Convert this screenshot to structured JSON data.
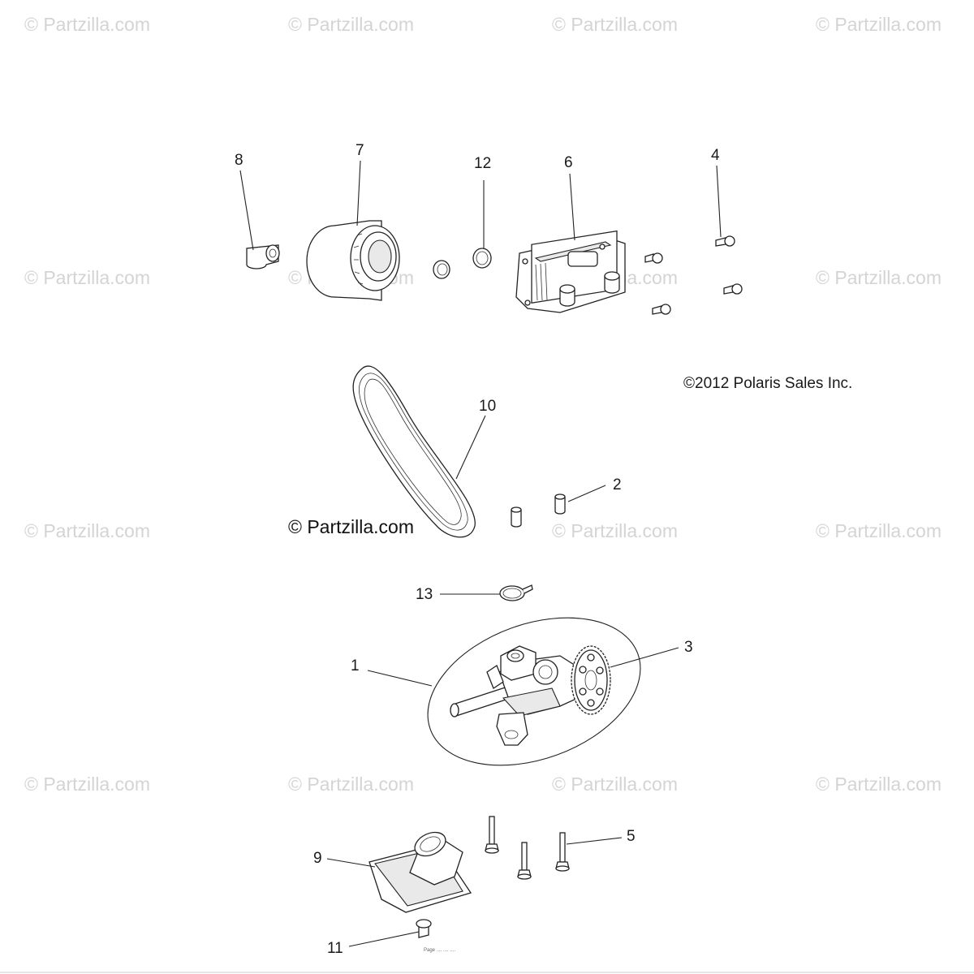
{
  "watermark": {
    "text": "© Partzilla.com"
  },
  "brand_watermark": "© Partzilla.com",
  "copyright": "©2012 Polaris Sales Inc.",
  "footer_code": "Page .... .... ....",
  "callouts": {
    "1": "1",
    "2": "2",
    "3": "3",
    "4": "4",
    "5": "5",
    "6": "6",
    "7": "7",
    "8": "8",
    "9": "9",
    "10": "10",
    "11": "11",
    "12": "12",
    "13": "13"
  }
}
